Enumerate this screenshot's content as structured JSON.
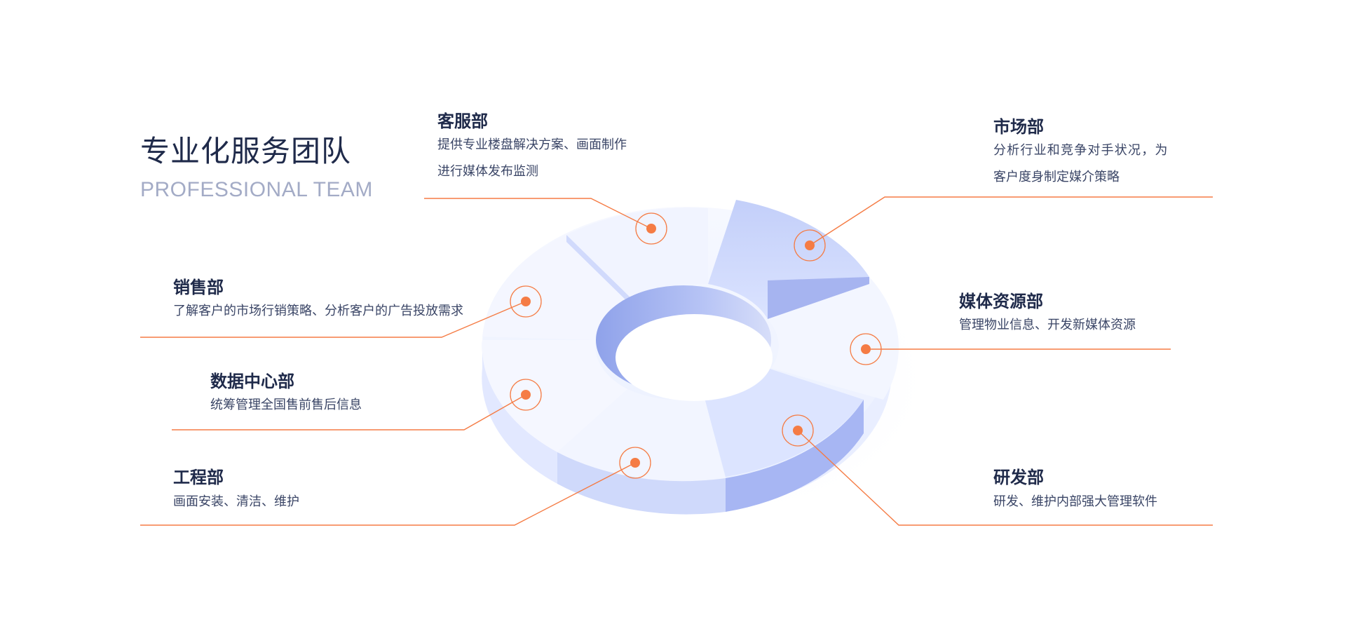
{
  "header": {
    "title": "专业化服务团队",
    "subtitle": "PROFESSIONAL TEAM"
  },
  "departments": [
    {
      "name": "客服部",
      "desc": [
        "提供专业楼盘解决方案、画面制作",
        "进行媒体发布监测"
      ]
    },
    {
      "name": "市场部",
      "desc": [
        "分析行业和竞争对手状况，为",
        "客户度身制定媒介策略"
      ]
    },
    {
      "name": "销售部",
      "desc": [
        "了解客户的市场行销策略、分析客户的广告投放需求"
      ]
    },
    {
      "name": "媒体资源部",
      "desc": [
        "管理物业信息、开发新媒体资源"
      ]
    },
    {
      "name": "数据中心部",
      "desc": [
        "统筹管理全国售前售后信息"
      ]
    },
    {
      "name": "工程部",
      "desc": [
        "画面安装、清洁、维护"
      ]
    },
    {
      "name": "研发部",
      "desc": [
        "研发、维护内部强大管理软件"
      ]
    }
  ],
  "colors": {
    "accent": "#f57c45",
    "ring_light": "#f2f5ff",
    "ring_mid": "#c9d4fa",
    "ring_dark": "#9fb0f2",
    "title": "#1f2a4a",
    "subtitle": "#a3abc6"
  }
}
